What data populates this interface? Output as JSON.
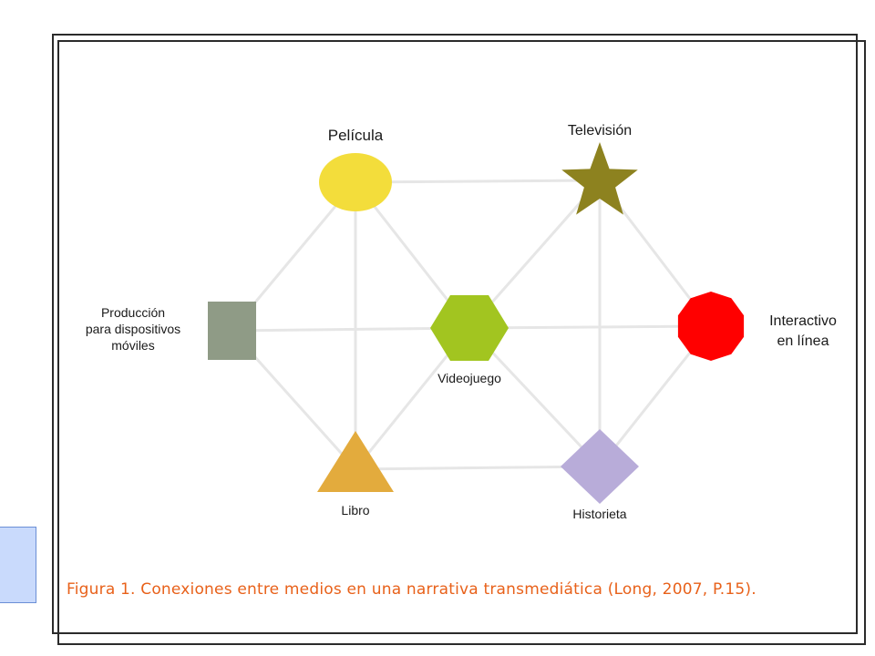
{
  "diagram": {
    "nodes": {
      "pelicula": {
        "label": "Película",
        "shape": "ellipse",
        "color": "#f3dd3b"
      },
      "television": {
        "label": "Televisión",
        "shape": "star",
        "color": "#8d821f"
      },
      "produccion": {
        "label_lines": [
          "Producción",
          "para dispositivos",
          "móviles"
        ],
        "shape": "square",
        "color": "#8f9b86"
      },
      "videojuego": {
        "label": "Videojuego",
        "shape": "hexagon",
        "color": "#a2c520"
      },
      "interactivo": {
        "label_lines": [
          "Interactivo",
          "en línea"
        ],
        "shape": "decagon",
        "color": "#ff0000"
      },
      "libro": {
        "label": "Libro",
        "shape": "triangle",
        "color": "#e3ab3d"
      },
      "historieta": {
        "label": "Historieta",
        "shape": "diamond",
        "color": "#b8acd9"
      }
    },
    "edge_color": "#e6e6e6"
  },
  "caption": {
    "text": "Figura 1. Conexiones entre medios en una narrativa transmediática (Long, 2007, P.15)."
  }
}
